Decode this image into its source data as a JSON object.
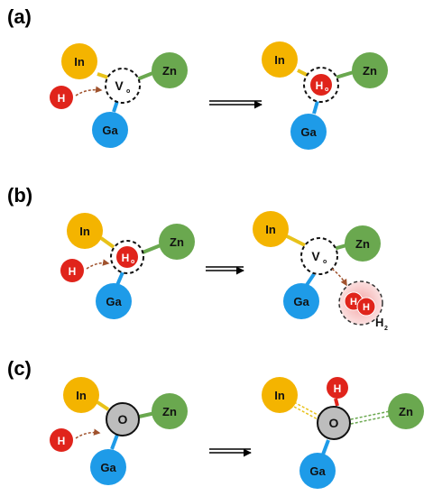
{
  "colors": {
    "In": "#f4b400",
    "Zn": "#6aa84f",
    "Ga": "#1e9be8",
    "H": "#e0241b",
    "O": "#bdbdbd",
    "bond_In": "#e8c21a",
    "bond_Zn": "#6aa84f",
    "bond_Ga": "#1e9be8",
    "arrow_red": "#a0522d",
    "glow": "#f7b9b9"
  },
  "panels": {
    "a": {
      "label": "(a)"
    },
    "b": {
      "label": "(b)",
      "product_label": "H",
      "product_sub": "2"
    },
    "c": {
      "label": "(c)"
    }
  },
  "atoms": {
    "In": "In",
    "Zn": "Zn",
    "Ga": "Ga",
    "H": "H",
    "O": "O",
    "V": "V",
    "V_sub": "o",
    "Ho": "H",
    "Ho_sub": "o"
  }
}
